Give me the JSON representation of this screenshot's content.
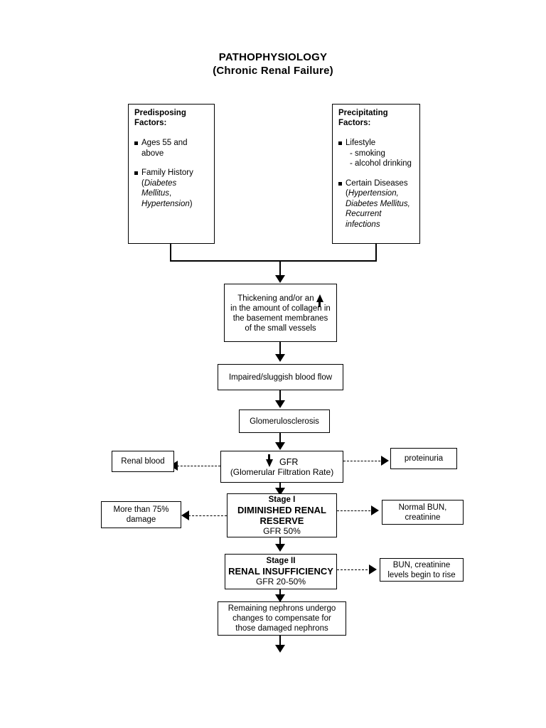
{
  "title": {
    "line1": "PATHOPHYSIOLOGY",
    "line2": "(Chronic Renal Failure)"
  },
  "predisposing": {
    "heading_line1": "Predisposing",
    "heading_line2": "Factors:",
    "item1": "Ages 55 and above",
    "item2_label": "Family History",
    "item2_detail_open": "(",
    "item2_detail_a": "Diabetes Mellitus",
    "item2_detail_comma": ",",
    "item2_detail_b": "Hypertension",
    "item2_detail_close": ")"
  },
  "precipitating": {
    "heading_line1": "Precipitating",
    "heading_line2": "Factors:",
    "item1": "Lifestyle",
    "item1_sub1": "- smoking",
    "item1_sub2": "- alcohol drinking",
    "item2_label": "Certain Diseases",
    "item2_open": "(",
    "item2_a": "Hypertension,",
    "item2_b": "Diabetes Mellitus,",
    "item2_c": "Recurrent",
    "item2_d": "infections"
  },
  "flow": {
    "thickening_l1_pre": "Thickening and/or an",
    "thickening_l2": "in the amount of collagen in",
    "thickening_l3": "the basement membranes",
    "thickening_l4": "of the small vessels",
    "impaired": "Impaired/sluggish blood flow",
    "glomerulosclerosis": "Glomerulosclerosis",
    "gfr_label": "GFR",
    "gfr_expand": "(Glomerular Filtration Rate)",
    "stage1_title": "Stage I",
    "stage1_main_l1": "DIMINISHED RENAL",
    "stage1_main_l2": "RESERVE",
    "stage1_sub": "GFR 50%",
    "stage2_title": "Stage II",
    "stage2_main": "RENAL INSUFFICIENCY",
    "stage2_sub": "GFR 20-50%",
    "nephrons_l1": "Remaining nephrons undergo",
    "nephrons_l2": "changes to compensate for",
    "nephrons_l3": "those damaged nephrons"
  },
  "side": {
    "renal_blood": "Renal blood",
    "proteinuria": "proteinuria",
    "more_than_l1": "More than 75%",
    "more_than_l2": "damage",
    "normal_bun_l1": "Normal BUN,",
    "normal_bun_l2": "creatinine",
    "bun_rise_l1": "BUN, creatinine",
    "bun_rise_l2": "levels begin to rise"
  },
  "colors": {
    "stroke": "#000000",
    "background": "#ffffff"
  }
}
